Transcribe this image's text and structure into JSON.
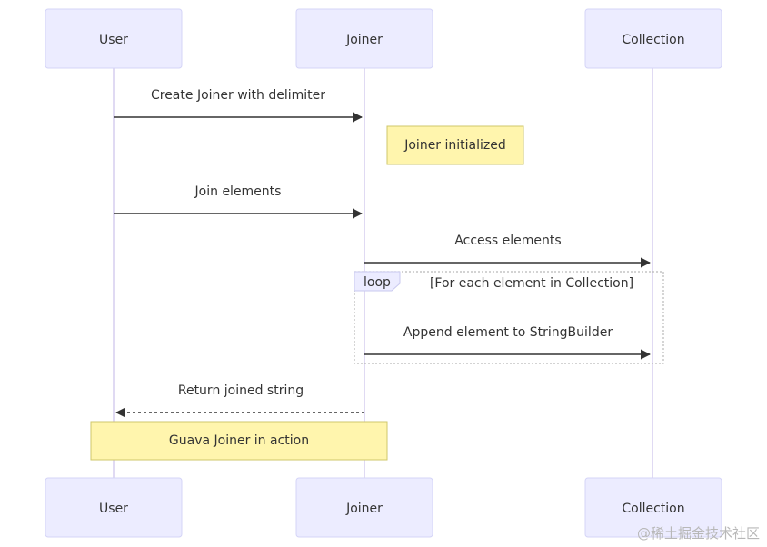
{
  "participants": {
    "user": "User",
    "joiner": "Joiner",
    "collection": "Collection"
  },
  "messages": {
    "create": "Create Joiner with delimiter",
    "join": "Join elements",
    "access": "Access elements",
    "append": "Append element to StringBuilder",
    "return": "Return joined string"
  },
  "notes": {
    "initialized": "Joiner initialized",
    "in_action": "Guava Joiner in action"
  },
  "loop": {
    "keyword": "loop",
    "condition": "[For each element in Collection]"
  },
  "watermark": "@稀土掘金技术社区",
  "colors": {
    "actor_fill": "#ececff",
    "note_fill": "#fff5ad",
    "line": "#333333"
  }
}
